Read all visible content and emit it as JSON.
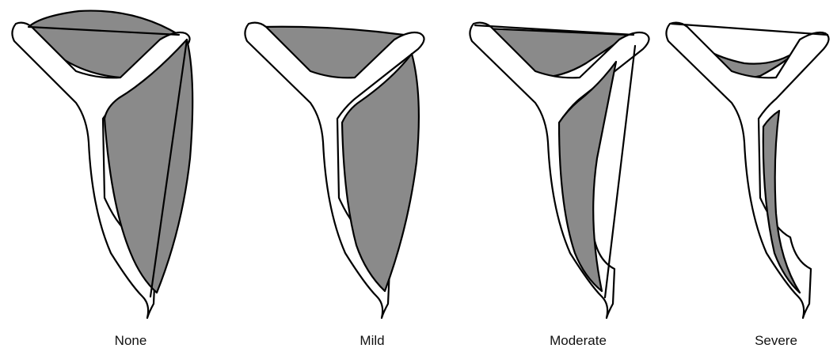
{
  "colors": {
    "shade": "#8a8a8a",
    "outline": "#000000",
    "background": "#ffffff"
  },
  "panels": [
    {
      "label": "None"
    },
    {
      "label": "Mild"
    },
    {
      "label": "Moderate"
    },
    {
      "label": "Severe"
    }
  ]
}
